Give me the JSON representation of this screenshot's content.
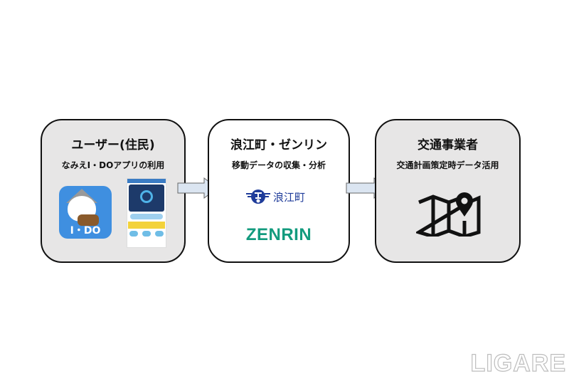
{
  "boxes": [
    {
      "title": "ユーザー(住民)",
      "subtitle": "なみえI・DOアプリの利用",
      "app_icon_label": "I・DO"
    },
    {
      "title": "浪江町・ゼンリン",
      "subtitle": "移動データの収集・分析",
      "namie_logo_text": "浪江町",
      "zenrin_logo_text": "ZENRIN"
    },
    {
      "title": "交通事業者",
      "subtitle": "交通計画策定時データ活用"
    }
  ],
  "colors": {
    "box_gray": "#e7e6e6",
    "arrow_fill": "#dbe5f1",
    "zenrin_green": "#139b7e",
    "namie_blue": "#1f3c9a"
  },
  "watermark": "LIGARE"
}
